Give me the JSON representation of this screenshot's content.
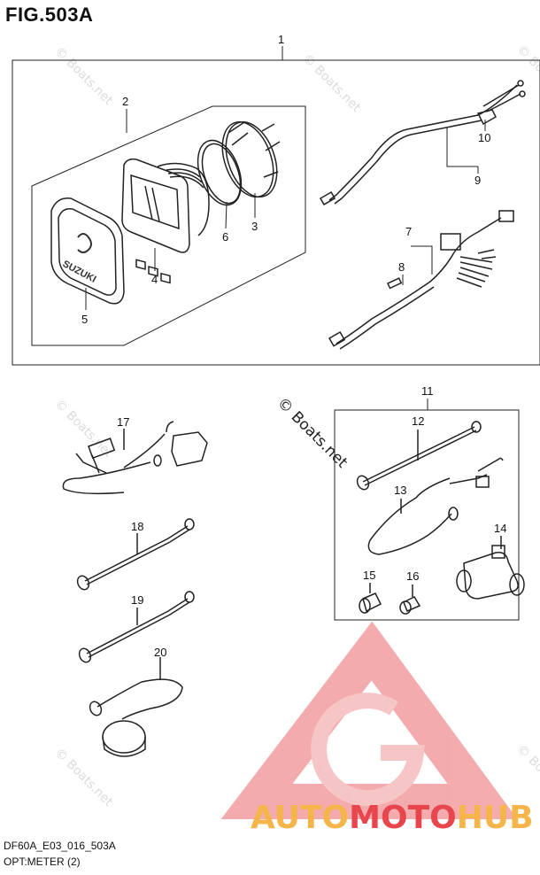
{
  "figure": {
    "title": "FIG.503A",
    "code": "DF60A_E03_016_503A",
    "description": "OPT:METER (2)"
  },
  "watermark": {
    "small": "© Boats.net",
    "large": "© Boats.net"
  },
  "brand": {
    "part1": "AUTO",
    "part2": "MOTO",
    "part3": "HUB",
    "color_primary": "#f5b54a",
    "color_secondary": "#e8464d"
  },
  "gauge_logo_text": "SUZUKI",
  "callouts": {
    "c1": "1",
    "c2": "2",
    "c3": "3",
    "c4": "4",
    "c5": "5",
    "c6": "6",
    "c7": "7",
    "c8": "8",
    "c9": "9",
    "c10": "10",
    "c11": "11",
    "c12": "12",
    "c13": "13",
    "c14": "14",
    "c15": "15",
    "c16": "16",
    "c17": "17",
    "c18": "18",
    "c19": "19",
    "c20": "20"
  }
}
